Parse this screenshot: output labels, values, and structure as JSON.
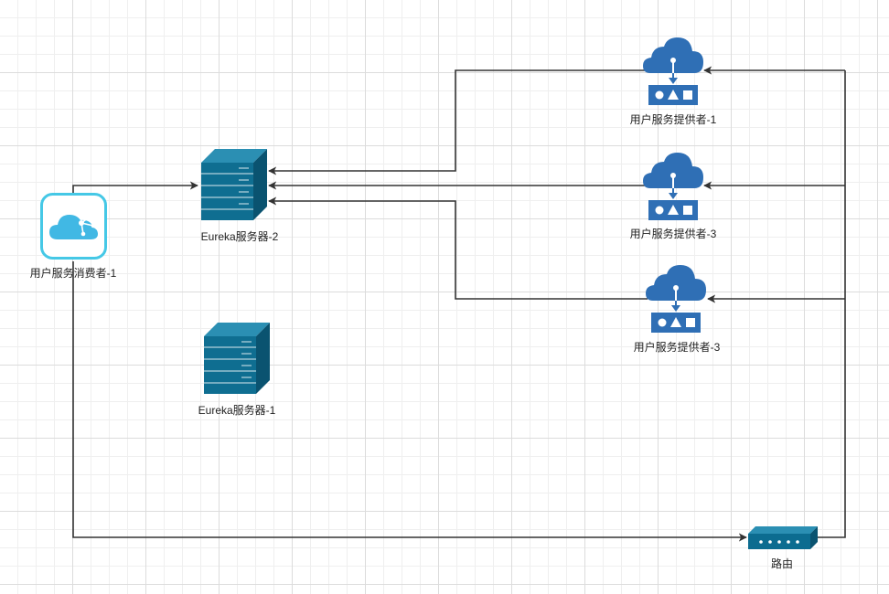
{
  "colors": {
    "line": "#333333",
    "server_front": "#0f6e91",
    "server_top": "#2b8fb3",
    "server_side": "#0a5370",
    "cloud": "#2f6fb5",
    "consumer_border": "#45c8e6",
    "consumer_cloud": "#41b8e4",
    "router": "#0c6c90"
  },
  "nodes": {
    "eureka_server_2": {
      "label": "Eureka服务器-2",
      "icon": "server-rack-icon"
    },
    "eureka_server_1": {
      "label": "Eureka服务器-1",
      "icon": "server-rack-icon"
    },
    "consumer_1": {
      "label": "用户服务消费者-1",
      "icon": "cloud-service-icon"
    },
    "provider_1": {
      "label": "用户服务提供者-1",
      "icon": "cloud-api-gateway-icon"
    },
    "provider_3a": {
      "label": "用户服务提供者-3",
      "icon": "cloud-api-gateway-icon"
    },
    "provider_3b": {
      "label": "用户服务提供者-3",
      "icon": "cloud-api-gateway-icon"
    },
    "router": {
      "label": "路由",
      "icon": "router-icon"
    }
  }
}
